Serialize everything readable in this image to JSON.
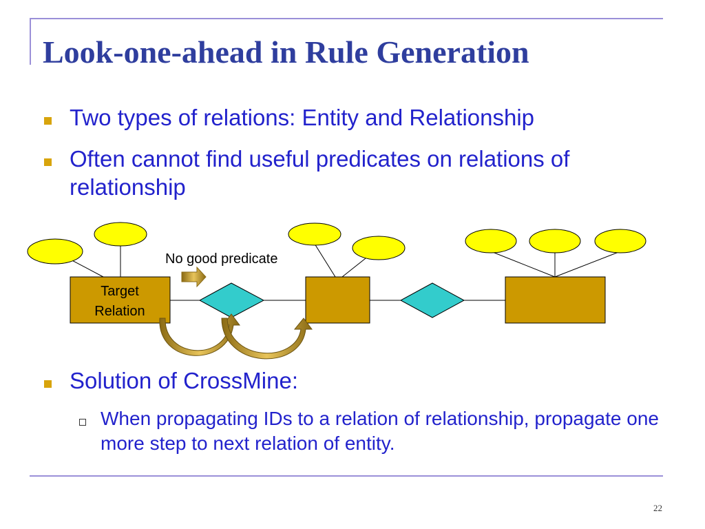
{
  "slide": {
    "title": "Look-one-ahead in Rule Generation",
    "page_number": "22"
  },
  "bullets": [
    "Two types of relations: Entity and Relationship",
    "Often cannot find useful predicates on relations of relationship",
    "Solution of CrossMine:"
  ],
  "sub_bullets": [
    "When propagating IDs to a relation of relationship, propagate one more step to next relation of entity."
  ],
  "diagram": {
    "target_label_line1": "Target",
    "target_label_line2": "Relation",
    "annotation": "No good predicate",
    "colors": {
      "entity": "#cc9900",
      "relationship": "#33cccc",
      "attribute": "#ffff00",
      "arrow": "#c99a1e",
      "title": "#2f3e9e",
      "text": "#2222cc",
      "rule": "#9a8fd8"
    }
  }
}
